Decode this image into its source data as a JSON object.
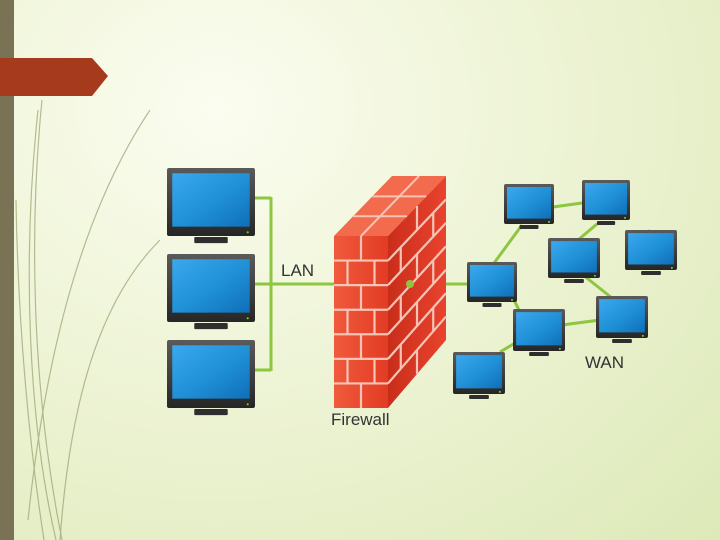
{
  "slide": {
    "colors": {
      "left_bar": "#7a7254",
      "tab": "#a63a1c",
      "link": "#8dc63f",
      "brick": "#e8432e",
      "mortar": "#f7c4b6",
      "screen": "#1f8fd6",
      "bezel": "#3b3b3b"
    }
  },
  "diagram": {
    "lan_label": "LAN",
    "wan_label": "WAN",
    "firewall_label": "Firewall",
    "firewall_icon": "brick-wall-icon",
    "lan_monitors": [
      {
        "name": "lan-monitor-1",
        "icon": "monitor-icon"
      },
      {
        "name": "lan-monitor-2",
        "icon": "monitor-icon"
      },
      {
        "name": "lan-monitor-3",
        "icon": "monitor-icon"
      }
    ],
    "wan_monitors": [
      {
        "name": "wan-monitor-1",
        "icon": "monitor-icon"
      },
      {
        "name": "wan-monitor-2",
        "icon": "monitor-icon"
      },
      {
        "name": "wan-monitor-3",
        "icon": "monitor-icon"
      },
      {
        "name": "wan-monitor-4",
        "icon": "monitor-icon"
      },
      {
        "name": "wan-monitor-5",
        "icon": "monitor-icon"
      },
      {
        "name": "wan-monitor-6",
        "icon": "monitor-icon"
      },
      {
        "name": "wan-monitor-7",
        "icon": "monitor-icon"
      },
      {
        "name": "wan-monitor-8",
        "icon": "monitor-icon"
      }
    ]
  }
}
